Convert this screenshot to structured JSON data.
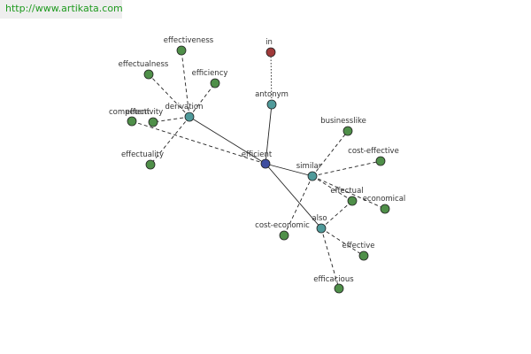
{
  "watermark": {
    "url": "http://www.artikata.com"
  },
  "colors": {
    "center": "#3f4ea0",
    "relation": "#4f9a9a",
    "leaf": "#4f8f49",
    "special": "#a03a3a",
    "edge": "#222222"
  },
  "graph": {
    "nodes": [
      {
        "id": "efficient",
        "label": "efficient",
        "kind": "center"
      },
      {
        "id": "antonym",
        "label": "antonym",
        "kind": "relation"
      },
      {
        "id": "derivation",
        "label": "derivation",
        "kind": "relation"
      },
      {
        "id": "similar",
        "label": "similar",
        "kind": "relation"
      },
      {
        "id": "also",
        "label": "also",
        "kind": "relation"
      },
      {
        "id": "in",
        "label": "in",
        "kind": "special"
      },
      {
        "id": "effectiveness",
        "label": "effectiveness",
        "kind": "leaf"
      },
      {
        "id": "effectualness",
        "label": "effectualness",
        "kind": "leaf"
      },
      {
        "id": "efficiency",
        "label": "efficiency",
        "kind": "leaf"
      },
      {
        "id": "competent",
        "label": "competent",
        "kind": "leaf"
      },
      {
        "id": "effectivity",
        "label": "effectivity",
        "kind": "leaf"
      },
      {
        "id": "effectuality",
        "label": "effectuality",
        "kind": "leaf"
      },
      {
        "id": "businesslike",
        "label": "businesslike",
        "kind": "leaf"
      },
      {
        "id": "cost-effective",
        "label": "cost-effective",
        "kind": "leaf"
      },
      {
        "id": "effectual",
        "label": "effectual",
        "kind": "leaf"
      },
      {
        "id": "economical",
        "label": "economical",
        "kind": "leaf"
      },
      {
        "id": "cost-economic",
        "label": "cost-economic",
        "kind": "leaf"
      },
      {
        "id": "effective",
        "label": "effective",
        "kind": "leaf"
      },
      {
        "id": "efficacious",
        "label": "efficacious",
        "kind": "leaf"
      }
    ],
    "edges": [
      {
        "from": "efficient",
        "to": "antonym",
        "style": "solid"
      },
      {
        "from": "efficient",
        "to": "derivation",
        "style": "solid"
      },
      {
        "from": "efficient",
        "to": "similar",
        "style": "solid"
      },
      {
        "from": "efficient",
        "to": "also",
        "style": "solid"
      },
      {
        "from": "antonym",
        "to": "in",
        "style": "dotted"
      },
      {
        "from": "derivation",
        "to": "effectiveness",
        "style": "dashed"
      },
      {
        "from": "derivation",
        "to": "effectualness",
        "style": "dashed"
      },
      {
        "from": "derivation",
        "to": "efficiency",
        "style": "dashed"
      },
      {
        "from": "derivation",
        "to": "effectivity",
        "style": "dashed"
      },
      {
        "from": "derivation",
        "to": "effectuality",
        "style": "dashed"
      },
      {
        "from": "efficient",
        "to": "competent",
        "style": "dashed"
      },
      {
        "from": "similar",
        "to": "businesslike",
        "style": "dashed"
      },
      {
        "from": "similar",
        "to": "cost-effective",
        "style": "dashed"
      },
      {
        "from": "similar",
        "to": "effectual",
        "style": "dashed"
      },
      {
        "from": "similar",
        "to": "economical",
        "style": "dashed"
      },
      {
        "from": "similar",
        "to": "cost-economic",
        "style": "dashed"
      },
      {
        "from": "also",
        "to": "effectual",
        "style": "dashed"
      },
      {
        "from": "also",
        "to": "effective",
        "style": "dashed"
      },
      {
        "from": "also",
        "to": "efficacious",
        "style": "dashed"
      }
    ]
  }
}
